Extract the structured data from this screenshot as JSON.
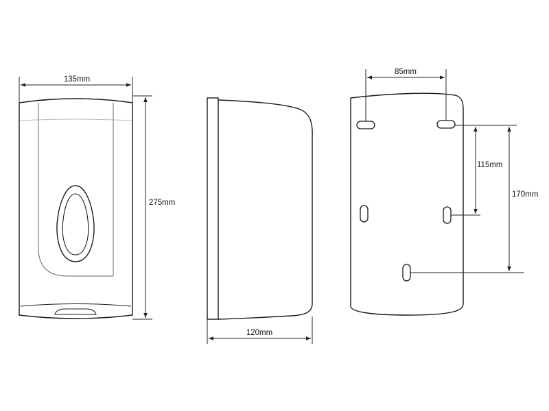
{
  "colors": {
    "line": "#1a1a1a",
    "light_line": "#bbbbbb",
    "dim_line": "#222222",
    "label_text": "#111111"
  },
  "front_view": {
    "width_label": "135mm",
    "height_label": "275mm"
  },
  "side_view": {
    "depth_label": "120mm"
  },
  "back_view": {
    "hole_spacing_label": "85mm",
    "upper_to_middle_label": "115mm",
    "upper_to_lower_label": "170mm"
  }
}
